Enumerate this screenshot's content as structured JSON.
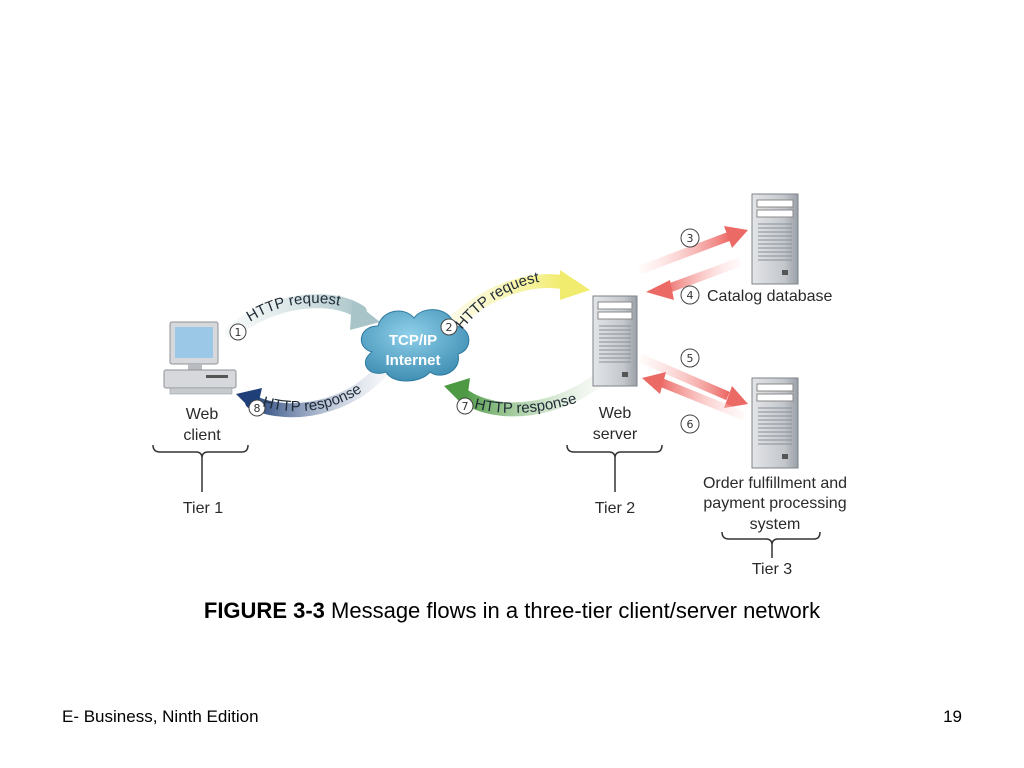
{
  "diagram": {
    "nodes": {
      "web_client": {
        "line1": "Web",
        "line2": "client"
      },
      "internet": {
        "line1": "TCP/IP",
        "line2": "Internet"
      },
      "web_server": {
        "line1": "Web",
        "line2": "server"
      },
      "catalog_db": {
        "label": "Catalog database"
      },
      "order_system": {
        "line1": "Order fulfillment and",
        "line2": "payment processing",
        "line3": "system"
      }
    },
    "tiers": [
      "Tier 1",
      "Tier 2",
      "Tier 3"
    ],
    "flows": [
      {
        "step": "1",
        "label": "HTTP request",
        "color": "#a9c4c8"
      },
      {
        "step": "2",
        "label": "HTTP request",
        "color": "#f2ec6e"
      },
      {
        "step": "3",
        "label": "",
        "color": "#ec6a66"
      },
      {
        "step": "4",
        "label": "Catalog database",
        "color": "#ec6a66"
      },
      {
        "step": "5",
        "label": "",
        "color": "#ec6a66"
      },
      {
        "step": "6",
        "label": "",
        "color": "#ec6a66"
      },
      {
        "step": "7",
        "label": "HTTP response",
        "color": "#5da04f"
      },
      {
        "step": "8",
        "label": "HTTP response",
        "color": "#2b4f86"
      }
    ],
    "colors": {
      "cloud": "#5aa8c8",
      "server": "#c9ccd0",
      "monitor": "#9cc8e8"
    }
  },
  "caption": {
    "bold": "FIGURE 3-3",
    "text": " Message flows in a three-tier client/server network"
  },
  "footer": {
    "left": "E- Business, Ninth Edition",
    "right": "19"
  }
}
